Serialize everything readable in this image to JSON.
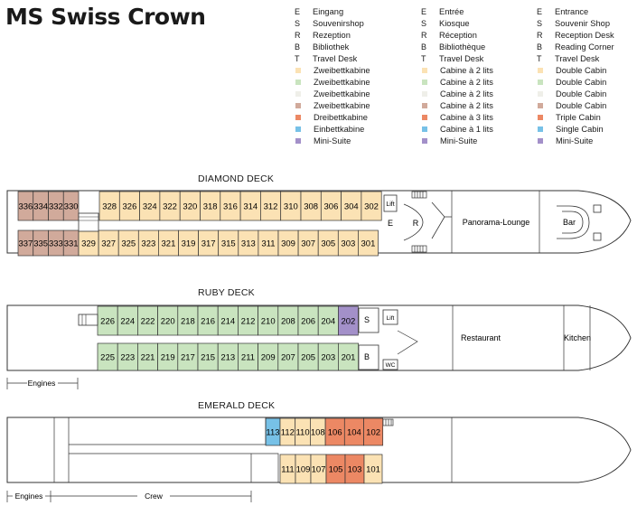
{
  "title": "MS Swiss Crown",
  "colors": {
    "double_cabin": "#fbe2b4",
    "double_cabin_green": "#c9e4bf",
    "double_cabin_gray": "#efefe9",
    "double_cabin_brown": "#d1aa9b",
    "triple_cabin": "#ec8864",
    "single_cabin": "#77c1e7",
    "mini_suite": "#a390c9",
    "outline": "#333333"
  },
  "legend": {
    "codes": [
      "E",
      "S",
      "R",
      "B",
      "T"
    ],
    "columns": [
      {
        "codes": [
          "Eingang",
          "Souvenirshop",
          "Rezeption",
          "Bibliothek",
          "Travel Desk"
        ],
        "cabins": [
          "Zweibettkabine",
          "Zweibettkabine",
          "Zweibettkabine",
          "Zweibettkabine",
          "Dreibettkabine",
          "Einbettkabine",
          "Mini-Suite"
        ]
      },
      {
        "codes": [
          "Entrée",
          "Kiosque",
          "Réception",
          "Bibliothèque",
          "Travel Desk"
        ],
        "cabins": [
          "Cabine à 2 lits",
          "Cabine à 2 lits",
          "Cabine à 2 lits",
          "Cabine à 2 lits",
          "Cabine à 3 lits",
          "Cabine à 1 lits",
          "Mini-Suite"
        ]
      },
      {
        "codes": [
          "Entrance",
          "Souvenir Shop",
          "Reception Desk",
          "Reading Corner",
          "Travel Desk"
        ],
        "cabins": [
          "Double Cabin",
          "Double Cabin",
          "Double Cabin",
          "Double Cabin",
          "Triple Cabin",
          "Single Cabin",
          "Mini-Suite"
        ]
      }
    ]
  },
  "decks": {
    "diamond": {
      "label": "DIAMOND DECK",
      "top_brown": [
        "336",
        "334",
        "332",
        "330"
      ],
      "top_cream": [
        "328",
        "326",
        "324",
        "322",
        "320",
        "318",
        "316",
        "314",
        "312",
        "310",
        "308",
        "306",
        "304",
        "302"
      ],
      "bottom_brown": [
        "337",
        "335",
        "333",
        "331"
      ],
      "bottom_cream": [
        "329",
        "327",
        "325",
        "323",
        "321",
        "319",
        "317",
        "315",
        "313",
        "311",
        "309",
        "307",
        "305",
        "303",
        "301"
      ],
      "lift": "Lift",
      "entrance": "E",
      "reception": "R",
      "lounge": "Panorama-Lounge",
      "bar": "Bar"
    },
    "ruby": {
      "label": "RUBY DECK",
      "top_green": [
        "226",
        "224",
        "222",
        "220",
        "218",
        "216",
        "214",
        "212",
        "210",
        "208",
        "206",
        "204"
      ],
      "top_suite": "202",
      "bottom_green": [
        "225",
        "223",
        "221",
        "219",
        "217",
        "215",
        "213",
        "211",
        "209",
        "207",
        "205",
        "203",
        "201"
      ],
      "shop": "S",
      "library": "B",
      "lift": "Lift",
      "wc": "WC",
      "restaurant": "Restaurant",
      "kitchen": "Kitchen",
      "engines": "Engines"
    },
    "emerald": {
      "label": "EMERALD DECK",
      "top_single": "113",
      "top_cream": [
        "112",
        "110",
        "108"
      ],
      "top_triple": [
        "106",
        "104",
        "102"
      ],
      "bottom_cream_a": [
        "111",
        "109",
        "107"
      ],
      "bottom_triple": [
        "105",
        "103"
      ],
      "bottom_cream_b": "101",
      "engines": "Engines",
      "crew": "Crew"
    }
  }
}
